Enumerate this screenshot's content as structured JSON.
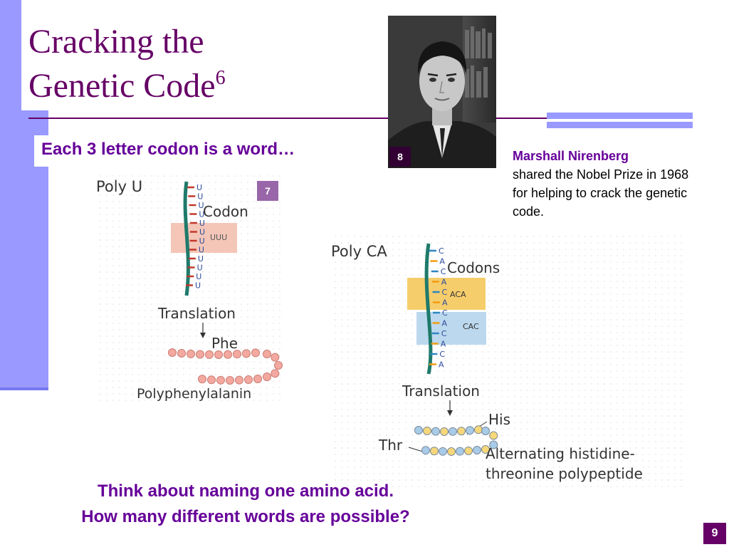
{
  "slide": {
    "title_line1": "Cracking the",
    "title_line2": "Genetic Code",
    "title_superscript": "6",
    "subtitle": "Each 3 letter codon is a word…",
    "question_line1": "Think about naming one amino acid.",
    "question_line2": "How many different words are possible?",
    "page_number": "9",
    "colors": {
      "accent_purple": "#660099",
      "title_purple": "#660066",
      "side_bar": "#9999ff"
    }
  },
  "portrait": {
    "badge": "8",
    "caption_name": "Marshall Nirenberg",
    "caption_text": "shared the Nobel Prize in 1968 for helping to crack the genetic code."
  },
  "figure_poly_u": {
    "badge": "7",
    "label": "Poly U",
    "bases": [
      "U",
      "U",
      "U",
      "U",
      "U",
      "U",
      "U",
      "U",
      "U",
      "U",
      "U",
      "U"
    ],
    "codon_label": "Codon",
    "codon": "UUU",
    "translation_label": "Translation",
    "amino_acid": "Phe",
    "product": "Polyphenylalanin"
  },
  "figure_poly_ca": {
    "label": "Poly CA",
    "bases": [
      "C",
      "A",
      "C",
      "A",
      "C",
      "A",
      "C",
      "A",
      "C",
      "A",
      "C",
      "A"
    ],
    "codons_label": "Codons",
    "codon1": "ACA",
    "codon2": "CAC",
    "translation_label": "Translation",
    "amino_acid1": "His",
    "amino_acid2": "Thr",
    "product_line1": "Alternating histidine-",
    "product_line2": "threonine polypeptide"
  }
}
